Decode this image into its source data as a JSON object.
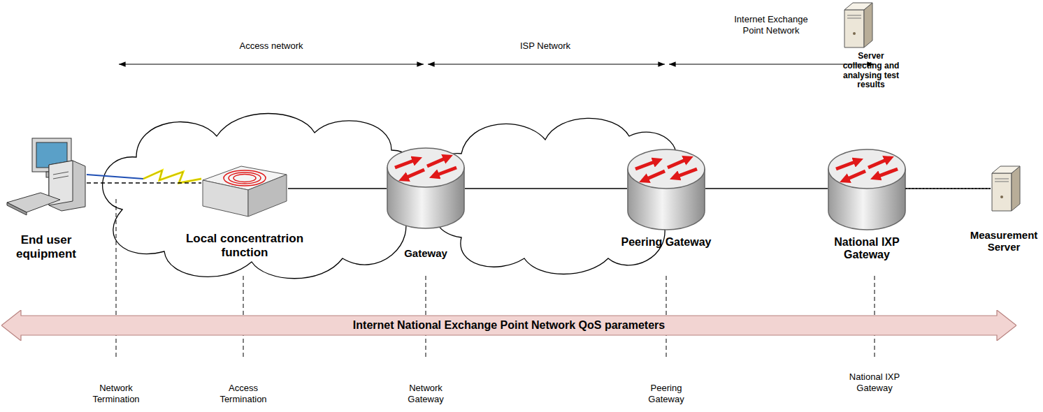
{
  "diagram": {
    "nodes": [
      {
        "text": [
          "End user equipment"
        ]
      },
      {
        "text": [
          "Local concentratrion function"
        ]
      },
      {
        "text": [
          "Gateway"
        ]
      },
      {
        "text": [
          "Peering Gateway"
        ]
      },
      {
        "text": [
          "National IXP Gateway"
        ]
      },
      {
        "text": [
          "Measurement Server"
        ]
      },
      {
        "text": [
          "Server collecting and analysing test results"
        ]
      },
      {
        "text": [
          "Internet National Exchange Point Network QoS parameters"
        ]
      }
    ],
    "edges": [
      {
        "from": 0,
        "to": 1,
        "arrow": "none"
      },
      {
        "from": 1,
        "to": 2,
        "arrow": "none"
      },
      {
        "from": 2,
        "to": 3,
        "arrow": "none"
      },
      {
        "from": 3,
        "to": 4,
        "arrow": "none"
      },
      {
        "from": 4,
        "to": 5,
        "arrow": "none"
      },
      {
        "from": 5,
        "to": 6,
        "arrow": "none"
      }
    ],
    "labels": [
      "Access network",
      "ISP Network",
      "Internet Exchange Point Network",
      "Network Termination",
      "Access Termination",
      "Network Gateway",
      "Peering Gateway",
      "National IXP Gateway"
    ]
  }
}
